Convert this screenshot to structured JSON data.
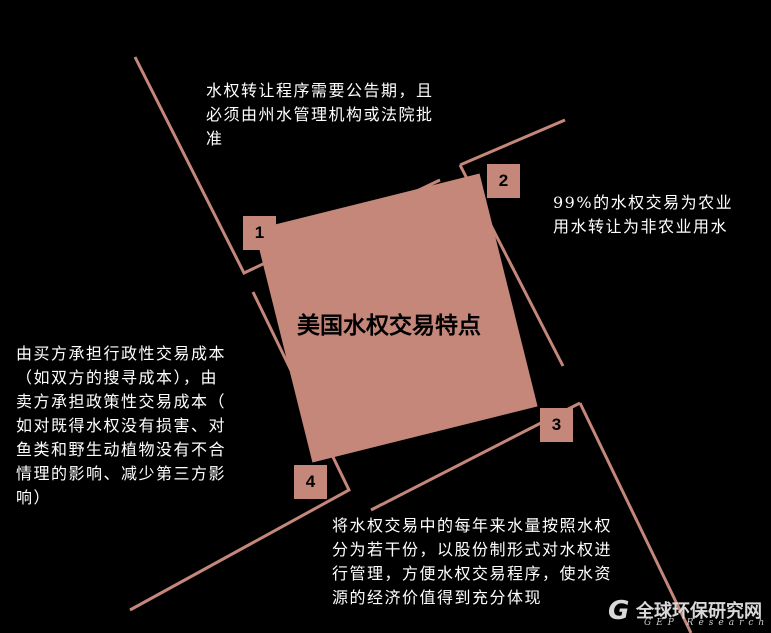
{
  "diagram": {
    "center_label": "美国水权交易特点",
    "items": [
      {
        "number": "1",
        "lines": [
          "水权转让程序需要公告期，且",
          "必须由州水管理机构或法院批",
          "准"
        ]
      },
      {
        "number": "2",
        "lines": [
          "99%的水权交易为农业",
          "用水转让为非农业用水"
        ]
      },
      {
        "number": "3",
        "lines": [
          "将水权交易中的每年来水量按照水权",
          "分为若干份，以股份制形式对水权进",
          "行管理，方便水权交易程序，使水资",
          "源的经济价值得到充分体现"
        ]
      },
      {
        "number": "4",
        "lines": [
          "由买方承担行政性交易成本",
          "（如双方的搜寻成本），由",
          "卖方承担政策性交易成本（",
          "如对既得水权没有损害、对",
          "鱼类和野生动植物没有不合",
          "情理的影响、减少第三方影",
          "响）"
        ]
      }
    ],
    "colors": {
      "accent": "#c4877a",
      "background": "#000000",
      "text": "#ffffff"
    }
  },
  "watermark": {
    "mark": "G",
    "title": "全球环保研究网",
    "subtitle": "GEP Research"
  }
}
